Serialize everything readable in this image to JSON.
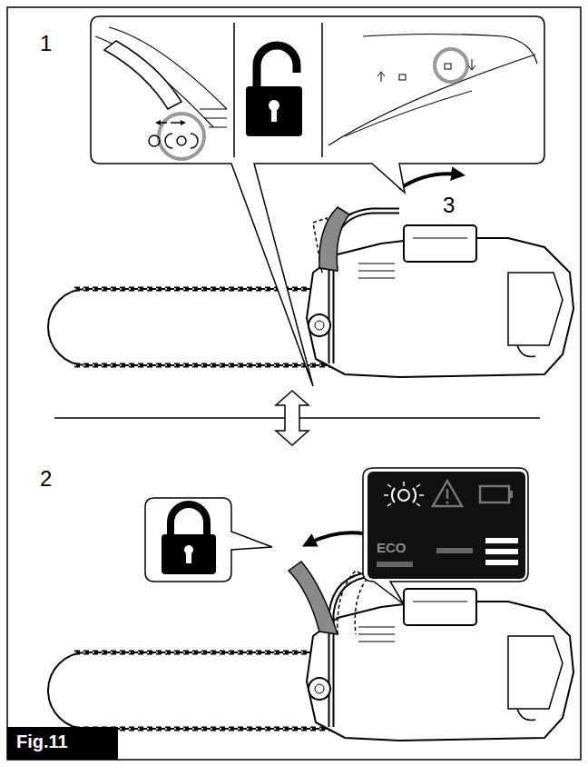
{
  "diagram": {
    "caption": "Fig.11",
    "nodes": [
      {
        "text": [
          "ECO"
        ]
      }
    ],
    "labels": [
      "1",
      "3",
      "2"
    ]
  }
}
